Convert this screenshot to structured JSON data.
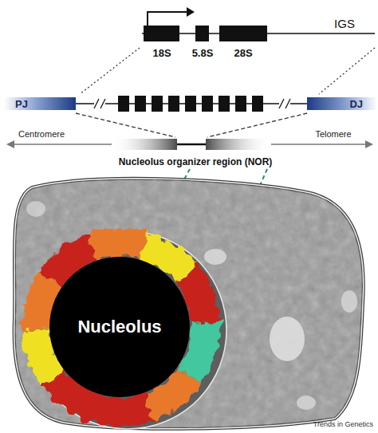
{
  "diagram": {
    "nodes": [
      {
        "text": [
          "PJ"
        ]
      },
      {
        "text": [
          "DJ"
        ]
      },
      {
        "text": [
          "Nucleolus"
        ]
      }
    ],
    "labels": [
      "18S",
      "5.8S",
      "28S",
      "IGS",
      "Centromere",
      "Telomere",
      "Nucleolus organizer region (NOR)",
      "Trends in Genetics"
    ]
  }
}
